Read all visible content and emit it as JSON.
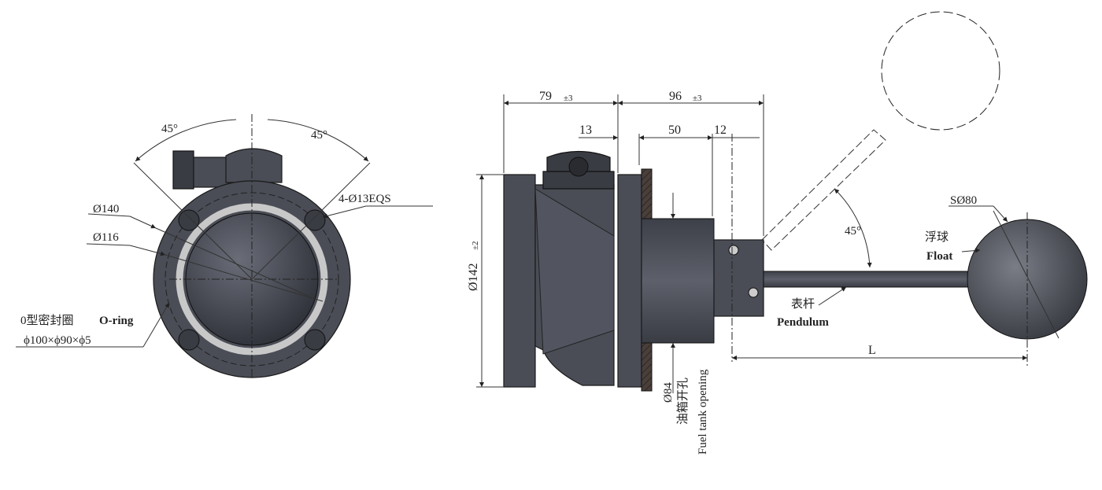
{
  "front_view": {
    "angle_left": "45°",
    "angle_right": "45°",
    "dia_outer": "Ø140",
    "dia_bolt": "Ø116",
    "holes": "4-Ø13EQS",
    "oring_cn": "0型密封圈",
    "oring_en": "O-ring",
    "oring_size": "ϕ100×ϕ90×ϕ5"
  },
  "side_view": {
    "dim_79": "79",
    "tol_79": "±3",
    "dim_96": "96",
    "tol_96": "±3",
    "dim_13": "13",
    "dim_50": "50",
    "dim_12": "12",
    "dia_142": "Ø142",
    "tol_142": "±2",
    "dia_84": "Ø84",
    "opening_cn": "油箱开孔",
    "opening_en": "Fuel tank opening",
    "angle": "45°",
    "float_dia": "SØ80",
    "float_cn": "浮球",
    "float_en": "Float",
    "pendulum_cn": "表杆",
    "pendulum_en": "Pendulum",
    "length": "L"
  },
  "colors": {
    "body": "#4a4d56",
    "ring": "#c8c8c8"
  }
}
